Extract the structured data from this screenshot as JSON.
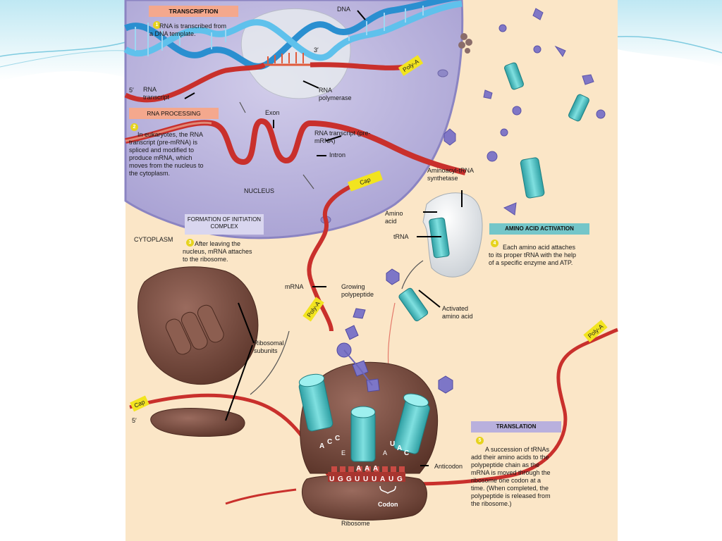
{
  "colors": {
    "cytoplasm": "#fbe6c7",
    "nucleus": "#b9b3dd",
    "rna": "#c9302c",
    "trna": "#46c2c4",
    "ribosome": "#6e463b",
    "step_box": "#f4a88d",
    "activation_box": "#74c6c9",
    "translation_box": "#b9b0dd",
    "initiation_box": "#d9d6ef",
    "step_number": "#e6d31e",
    "cap_tag": "#f2e41f"
  },
  "transcription": {
    "title": "TRANSCRIPTION",
    "step": "1",
    "text": "RNA is transcribed from a DNA template."
  },
  "labels": {
    "dna": "DNA",
    "three_prime": "3′",
    "five_prime_top": "5′",
    "rna_transcript": "RNA transcript",
    "rna_polymerase": "RNA polymerase",
    "exon": "Exon",
    "pre_mrna": "RNA transcript (pre-mRNA)",
    "intron": "Intron",
    "nucleus": "NUCLEUS",
    "cytoplasm": "CYTOPLASM",
    "aminoacyl": "Aminoacyl-tRNA synthetase",
    "amino_acid": "Amino acid",
    "trna": "tRNA",
    "mrna": "mRNA",
    "growing": "Growing polypeptide",
    "activated": "Activated amino acid",
    "ribosomal_subunits": "Ribosomal subunits",
    "five_prime_bottom": "5′",
    "e_site": "E",
    "a_site": "A",
    "anticodon": "Anticodon",
    "codon": "Codon",
    "ribosome": "Ribosome",
    "poly_a": "Poly-A",
    "cap": "Cap"
  },
  "processing": {
    "title": "RNA PROCESSING",
    "step": "2",
    "text": "In eukaryotes, the RNA transcript (pre-mRNA) is spliced and modified to produce mRNA, which moves from the nucleus to the cytoplasm."
  },
  "initiation": {
    "title": "FORMATION OF INITIATION COMPLEX",
    "step": "3",
    "text": "After leaving the nucleus, mRNA attaches to the ribosome."
  },
  "activation": {
    "title": "AMINO ACID ACTIVATION",
    "step": "4",
    "text": "Each amino acid attaches to its proper tRNA with the help of a specific enzyme and ATP."
  },
  "translation": {
    "title": "TRANSLATION",
    "step": "5",
    "text": "A succession of tRNAs add their amino acids to the polypeptide chain as the mRNA is moved through the ribosome one codon at a time. (When completed, the polypeptide is released from the ribosome.)"
  },
  "bases": {
    "anticodon_left": [
      "A",
      "C",
      "C"
    ],
    "anticodon_right": [
      "U",
      "A",
      "C"
    ],
    "anticodon_bottom": [
      "A",
      "A",
      "A"
    ],
    "codons": [
      "U",
      "G",
      "G",
      "U",
      "U",
      "U",
      "A",
      "U",
      "G"
    ]
  }
}
